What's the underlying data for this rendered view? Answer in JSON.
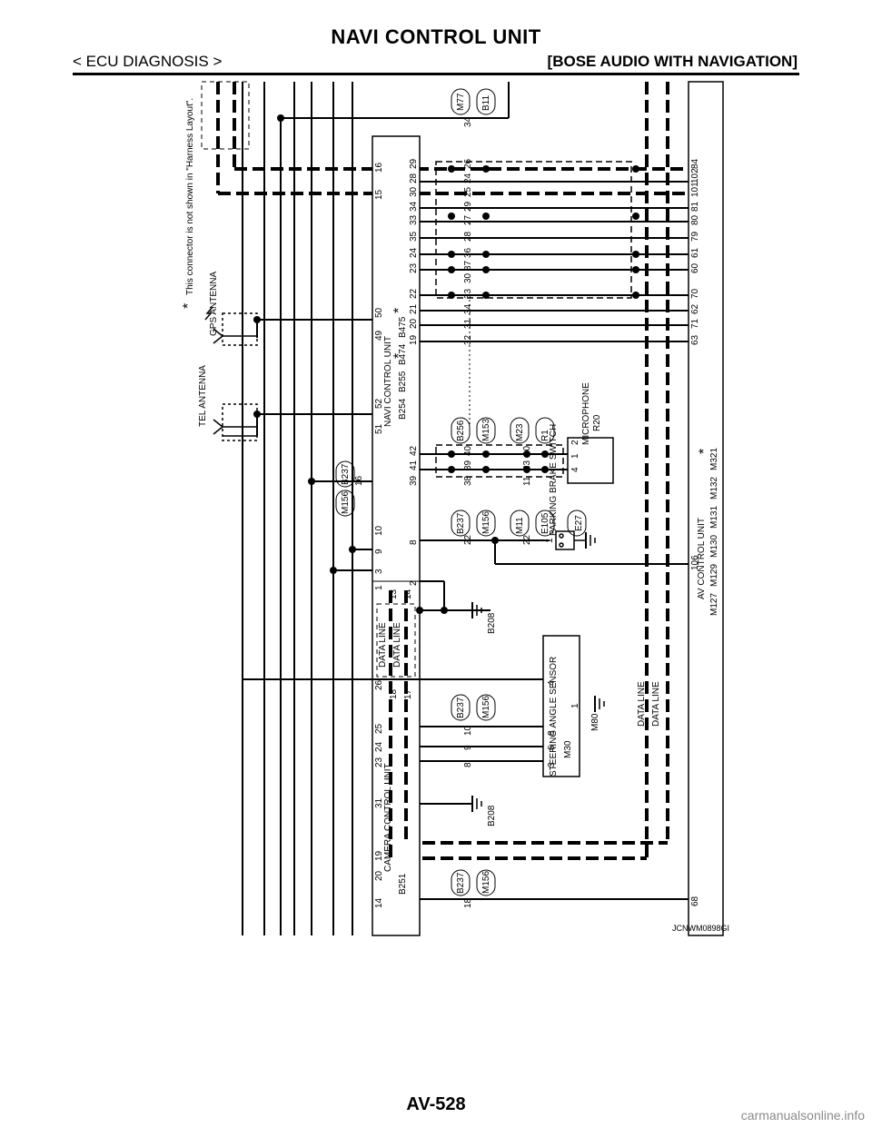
{
  "header": {
    "title": "NAVI CONTROL UNIT",
    "section": "< ECU DIAGNOSIS >",
    "subsection": "[BOSE AUDIO WITH NAVIGATION]"
  },
  "footer": {
    "page_number": "AV-528",
    "watermark": "carmanualsonline.info"
  },
  "diagram": {
    "note": "This connector is not shown in \"Harness Layout\".",
    "star": "*",
    "figure_code": "JCNWM0898GI",
    "components": {
      "tel_antenna": "TEL ANTENNA",
      "gps_antenna": "GPS ANTENNA",
      "navi_unit": "NAVI CONTROL UNIT",
      "navi_connectors": [
        "B254",
        "B255",
        "B474",
        "B475"
      ],
      "camera_unit": "CAMERA CONTROL UNIT",
      "camera_connector": "B251",
      "av_unit": "AV CONTROL UNIT",
      "av_connectors": [
        "M127",
        "M129",
        "M130",
        "M131",
        "M132",
        "M321"
      ],
      "steering_sensor": "STEERING ANGLE SENSOR",
      "steering_connector": "M30",
      "parking_brake": "PARKING BRAKE SWITCH",
      "parking_connector": "E27",
      "microphone": "MICROPHONE",
      "microphone_connector": "R20",
      "data_line": "DATA LINE",
      "ground_labels": [
        "B208",
        "B208",
        "M80"
      ],
      "ground_b208_a": "B208",
      "ground_b208_b": "B208",
      "ground_m80": "M80"
    },
    "connectors": {
      "m77_b11": [
        "M77",
        "B11"
      ],
      "b237_m156": [
        "B237",
        "M156"
      ],
      "b256_m153": [
        "B256",
        "M153"
      ],
      "m23_r1": [
        "M23",
        "R1"
      ],
      "m11_e105": [
        "M11",
        "E105"
      ]
    },
    "pins": {
      "camera_top": [
        "14",
        "20",
        "19",
        "31",
        "23",
        "24",
        "25",
        "18",
        "17",
        "26"
      ],
      "navi_left": [
        "1",
        "3",
        "9",
        "10",
        "51",
        "52",
        "49",
        "50",
        "15",
        "16"
      ],
      "navi_right": [
        "2",
        "8",
        "39",
        "41",
        "42",
        "19",
        "20",
        "21",
        "22",
        "23",
        "24",
        "35",
        "33",
        "34",
        "30",
        "28",
        "29"
      ],
      "data_line_pins": [
        "13",
        "14"
      ],
      "relay_a": [
        "34"
      ],
      "relay_16": [
        "16"
      ],
      "relay_connector_row": [
        "32",
        "31",
        "34",
        "33",
        "30",
        "37",
        "36",
        "28",
        "27",
        "29",
        "25",
        "24",
        "26"
      ],
      "mid_row_a": [
        "38",
        "39",
        "40"
      ],
      "mid_row_b": [
        "11",
        "23",
        "10"
      ],
      "av_pins": [
        "63",
        "71",
        "62",
        "70",
        "60",
        "61",
        "79",
        "80",
        "81",
        "101",
        "102",
        "84"
      ],
      "av_other": [
        "106",
        "68"
      ],
      "steering_pins": [
        "3",
        "6",
        "8",
        "4",
        "1"
      ],
      "steering_row": [
        "8",
        "9",
        "10"
      ],
      "single_18": "18",
      "single_22a": "22",
      "single_22b": "22",
      "parking_pin": "1",
      "mic_pins": [
        "4",
        "1",
        "2"
      ]
    }
  }
}
